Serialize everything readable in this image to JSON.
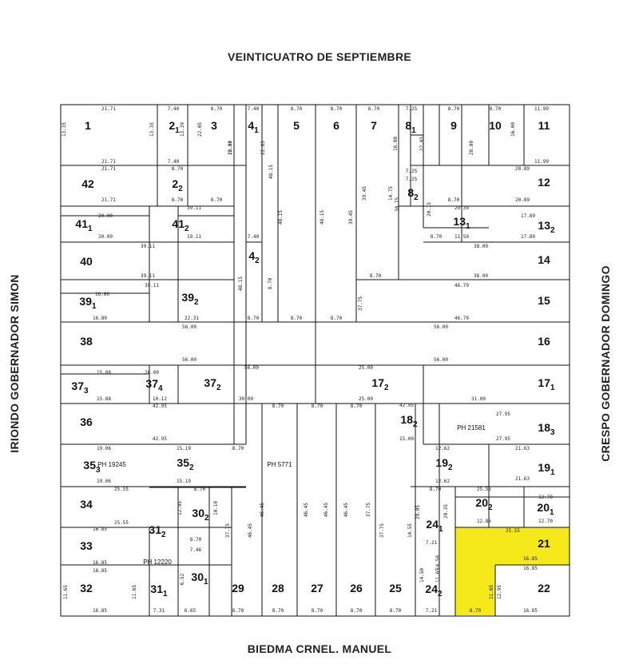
{
  "streets": {
    "north": "VEINTICUATRO DE SEPTIEMBRE",
    "south": "BIEDMA CRNEL. MANUEL",
    "west": "IRIONDO GOBERNADOR SIMON",
    "east": "CRESPO GOBERNADOR DOMINGO"
  },
  "highlight_color": "#f5e91c",
  "highlighted_plot": "21",
  "plots": [
    {
      "num": "1",
      "sub": ""
    },
    {
      "num": "2",
      "sub": "1"
    },
    {
      "num": "3",
      "sub": ""
    },
    {
      "num": "4",
      "sub": "1"
    },
    {
      "num": "5",
      "sub": ""
    },
    {
      "num": "6",
      "sub": ""
    },
    {
      "num": "7",
      "sub": ""
    },
    {
      "num": "8",
      "sub": "1"
    },
    {
      "num": "9",
      "sub": ""
    },
    {
      "num": "10",
      "sub": ""
    },
    {
      "num": "11",
      "sub": ""
    },
    {
      "num": "42",
      "sub": ""
    },
    {
      "num": "2",
      "sub": "2"
    },
    {
      "num": "8",
      "sub": "2"
    },
    {
      "num": "12",
      "sub": ""
    },
    {
      "num": "41",
      "sub": "1"
    },
    {
      "num": "41",
      "sub": "2"
    },
    {
      "num": "13",
      "sub": "1"
    },
    {
      "num": "13",
      "sub": "2"
    },
    {
      "num": "4",
      "sub": "2"
    },
    {
      "num": "40",
      "sub": ""
    },
    {
      "num": "14",
      "sub": ""
    },
    {
      "num": "39",
      "sub": "1"
    },
    {
      "num": "39",
      "sub": "2"
    },
    {
      "num": "15",
      "sub": ""
    },
    {
      "num": "38",
      "sub": ""
    },
    {
      "num": "16",
      "sub": ""
    },
    {
      "num": "37",
      "sub": "3"
    },
    {
      "num": "37",
      "sub": "4"
    },
    {
      "num": "37",
      "sub": "2"
    },
    {
      "num": "17",
      "sub": "2"
    },
    {
      "num": "17",
      "sub": "1"
    },
    {
      "num": "36",
      "sub": ""
    },
    {
      "num": "18",
      "sub": "2"
    },
    {
      "num": "18",
      "sub": "3"
    },
    {
      "num": "35",
      "sub": "3"
    },
    {
      "num": "35",
      "sub": "2"
    },
    {
      "num": "19",
      "sub": "2"
    },
    {
      "num": "19",
      "sub": "1"
    },
    {
      "num": "34",
      "sub": ""
    },
    {
      "num": "30",
      "sub": "2"
    },
    {
      "num": "20",
      "sub": "2"
    },
    {
      "num": "20",
      "sub": "1"
    },
    {
      "num": "24",
      "sub": "1"
    },
    {
      "num": "33",
      "sub": ""
    },
    {
      "num": "31",
      "sub": "2"
    },
    {
      "num": "21",
      "sub": ""
    },
    {
      "num": "32",
      "sub": ""
    },
    {
      "num": "31",
      "sub": "1"
    },
    {
      "num": "30",
      "sub": "1"
    },
    {
      "num": "29",
      "sub": ""
    },
    {
      "num": "28",
      "sub": ""
    },
    {
      "num": "27",
      "sub": ""
    },
    {
      "num": "26",
      "sub": ""
    },
    {
      "num": "25",
      "sub": ""
    },
    {
      "num": "24",
      "sub": "2"
    },
    {
      "num": "22",
      "sub": ""
    }
  ],
  "ph_labels": [
    "PH 21581",
    "PH 19245",
    "PH 5771",
    "PH 12220"
  ],
  "measurements": [
    "21.71",
    "7.40",
    "8.70",
    "7.40",
    "8.70",
    "8.70",
    "8.70",
    "7.25",
    "8.70",
    "8.70",
    "11.99",
    "21.71",
    "21.71",
    "7.40",
    "8.70",
    "7.25",
    "7.25",
    "8.70",
    "11.99",
    "20.89",
    "21.71",
    "8.70",
    "8.70",
    "20.89",
    "20.00",
    "39.11",
    "29.39",
    "17.89",
    "20.00",
    "19.11",
    "7.40",
    "8.70",
    "11.50",
    "17.89",
    "39.11",
    "38.09",
    "39.11",
    "8.70",
    "38.09",
    "16.80",
    "39.11",
    "46.79",
    "16.80",
    "22.31",
    "8.70",
    "8.70",
    "8.70",
    "46.79",
    "56.00",
    "56.00",
    "56.00",
    "56.00",
    "56.00",
    "25.00",
    "15.88",
    "26.00",
    "15.88",
    "10.12",
    "30.00",
    "25.00",
    "31.00",
    "42.95",
    "8.70",
    "8.70",
    "8.70",
    "42.95",
    "27.95",
    "15.00",
    "27.95",
    "42.95",
    "8.70",
    "12.62",
    "21.63",
    "19.06",
    "15.19",
    "21.63",
    "19.06",
    "15.19",
    "12.62",
    "25.55",
    "8.70",
    "8.70",
    "25.55",
    "12.70",
    "25.55",
    "12.85",
    "12.70",
    "25.55",
    "16.85",
    "8.70",
    "7.46",
    "16.85",
    "16.85",
    "16.85",
    "7.21",
    "16.85",
    "16.85",
    "7.31",
    "6.65",
    "8.70",
    "8.70",
    "8.70",
    "8.70",
    "8.70",
    "7.21",
    "8.70",
    "16.85",
    "13.35",
    "13.35",
    "13.39",
    "22.05",
    "28.00",
    "22.05",
    "13.35",
    "16.00",
    "16.00",
    "22.05",
    "28.00",
    "48.15",
    "48.15",
    "48.15",
    "39.45",
    "39.45",
    "14.75",
    "30.75",
    "20.15",
    "48.15",
    "8.70",
    "37.75",
    "37.75",
    "46.45",
    "46.45",
    "46.45",
    "46.45",
    "46.45",
    "37.75",
    "37.75",
    "14.55",
    "29.05",
    "20.35",
    "14.50",
    "14.50",
    "11.65",
    "11.65",
    "11.65",
    "11.65",
    "12.95",
    "12.95",
    "10.10",
    "6.52"
  ]
}
